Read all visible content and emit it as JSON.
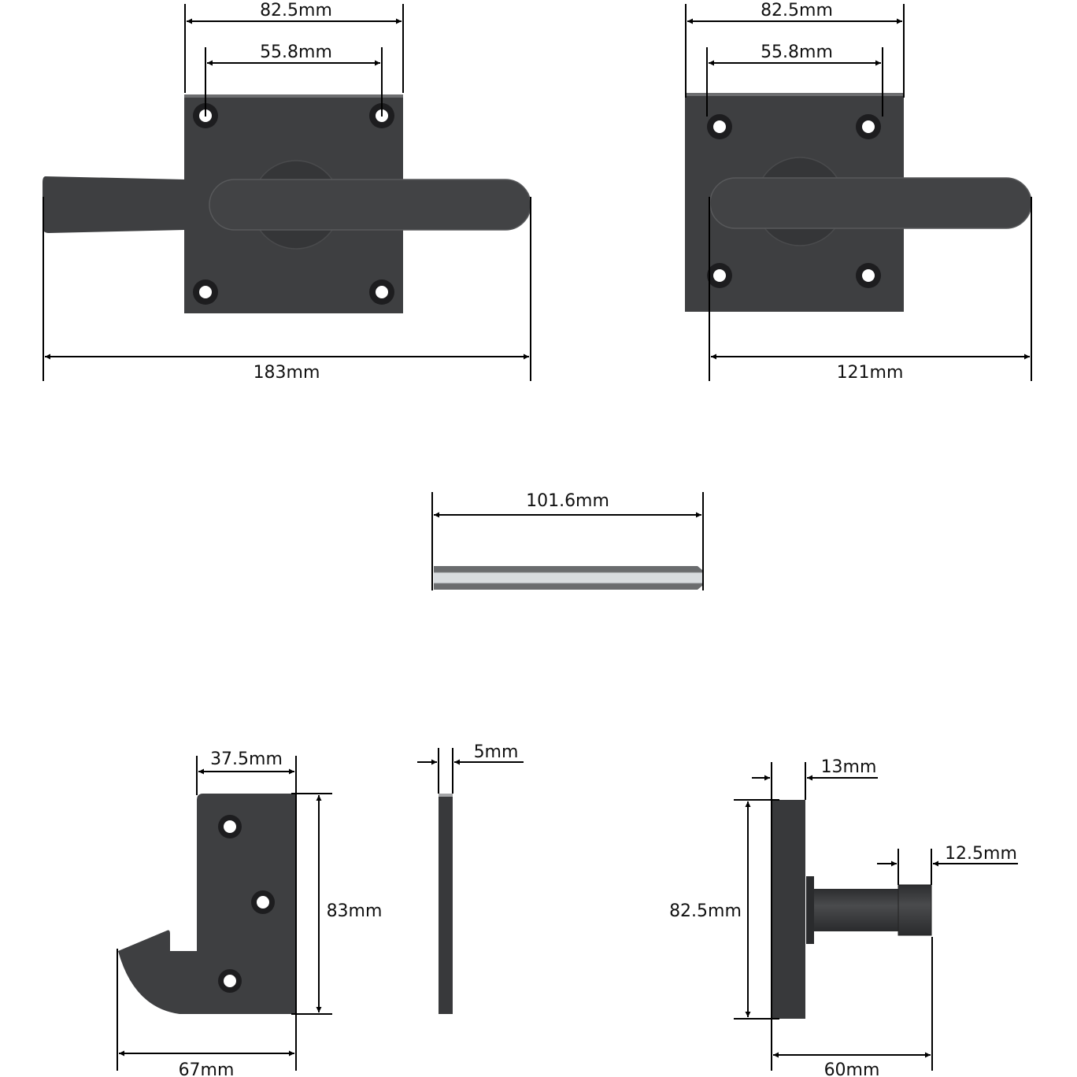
{
  "diagram": {
    "subject": "Gate latch hardware dimension drawing",
    "colors": {
      "metal": "#3e3f41",
      "metal_dark": "#1d1d1f",
      "line": "#000000",
      "spindle_light": "#d8dcdf",
      "spindle_dark": "#6a6c6e",
      "background": "#ffffff"
    },
    "views": {
      "latch_with_bolt": {
        "plate_width": "82.5mm",
        "hole_spacing": "55.8mm",
        "overall_width": "183mm"
      },
      "lever_handle": {
        "plate_width": "82.5mm",
        "hole_spacing": "55.8mm",
        "lever_length": "121mm"
      },
      "spindle": {
        "length": "101.6mm"
      },
      "keeper_plate": {
        "top_width": "37.5mm",
        "height": "83mm",
        "overall_width": "67mm"
      },
      "keeper_side": {
        "thickness": "5mm"
      },
      "handle_side": {
        "plate_thickness": "13mm",
        "knob_width": "12.5mm",
        "plate_height": "82.5mm",
        "projection": "60mm"
      }
    }
  }
}
